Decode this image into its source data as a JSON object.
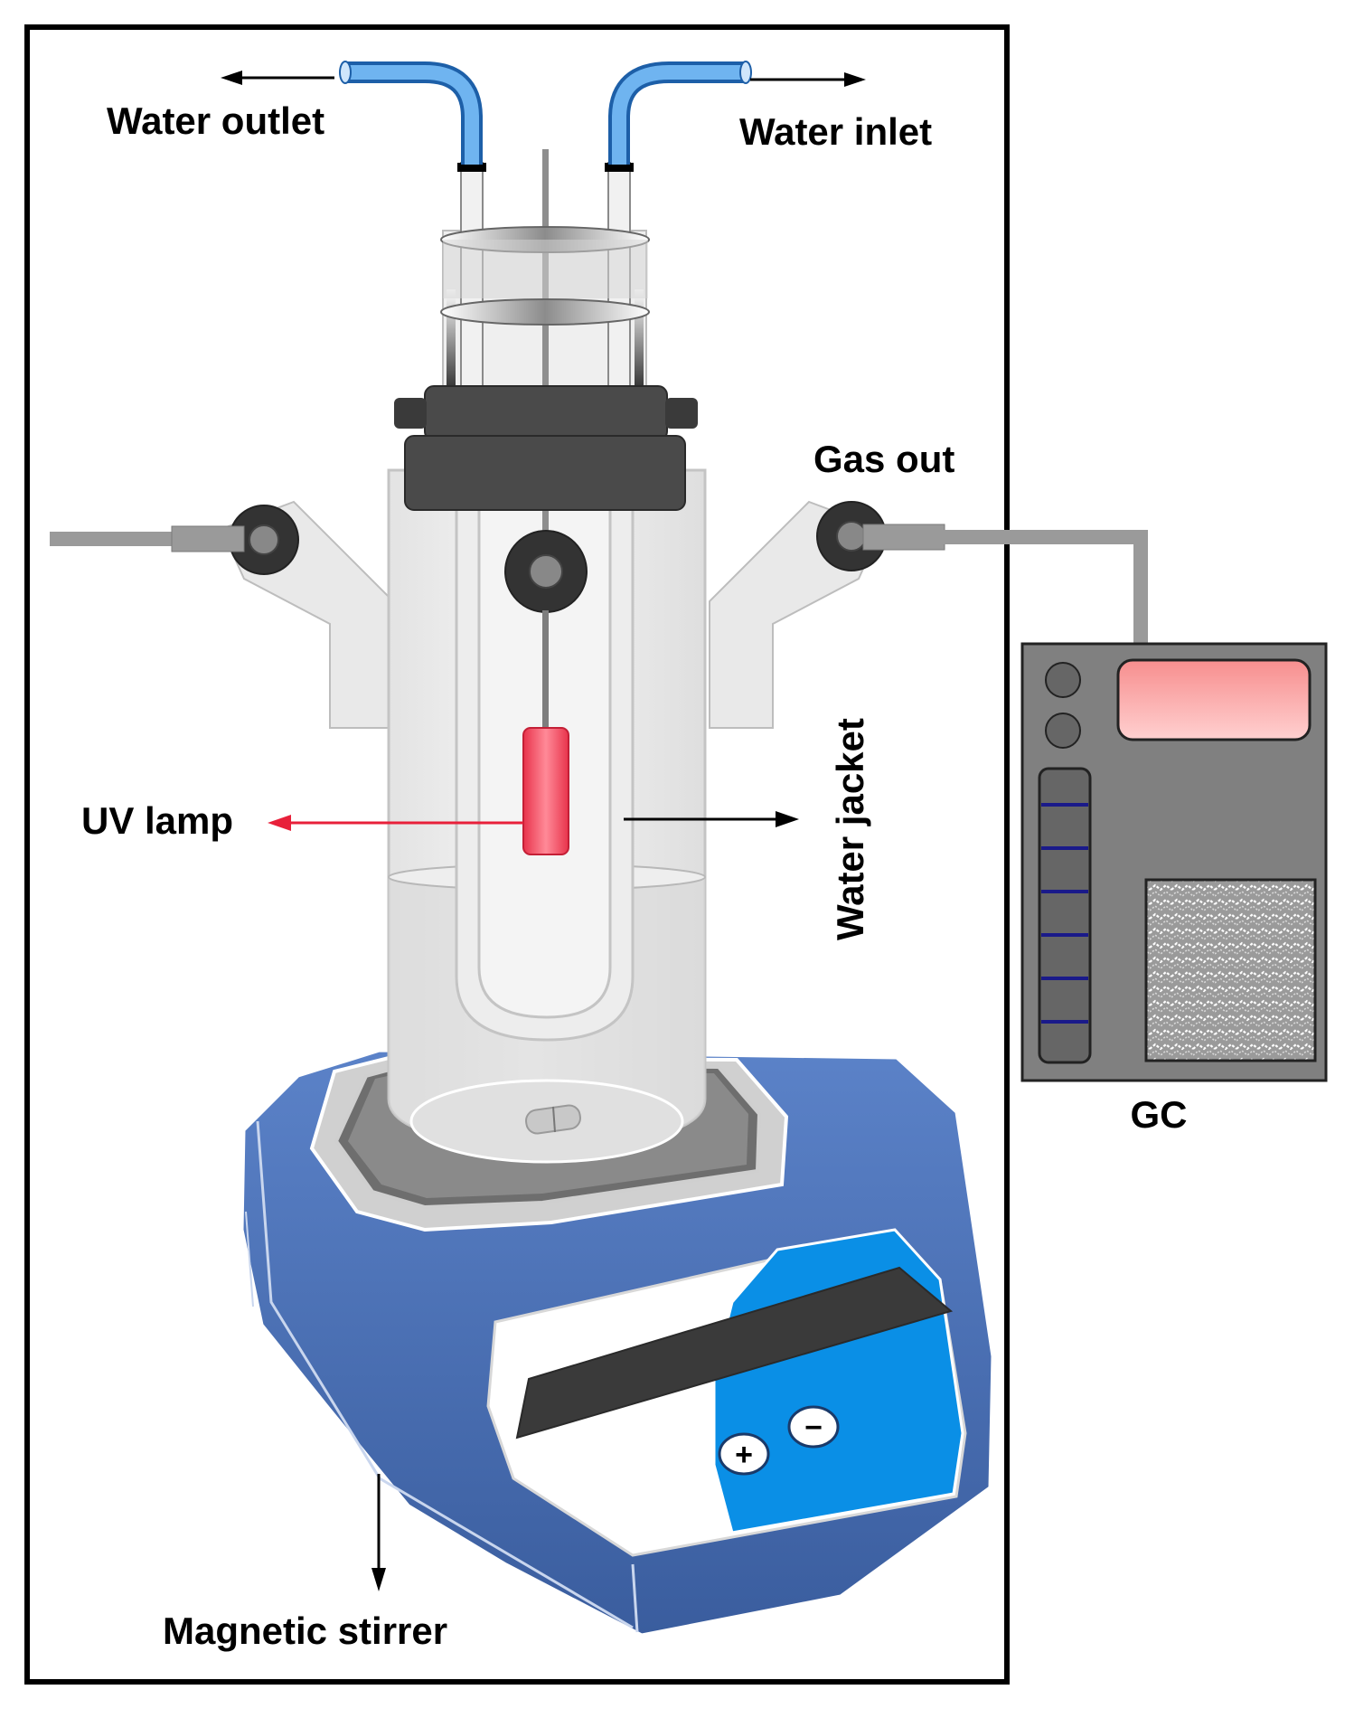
{
  "labels": {
    "water_outlet": "Water outlet",
    "water_inlet": "Water inlet",
    "gas_out": "Gas out",
    "uv_lamp": "UV lamp",
    "water_jacket": "Water jacket",
    "gc": "GC",
    "magnetic_stirrer": "Magnetic stirrer"
  },
  "buttons": {
    "plus": "+",
    "minus": "−"
  },
  "colors": {
    "frame": "#000000",
    "tube_blue": "#3f8fd6",
    "lamp_red": "#e8334b",
    "uv_arrow": "#e8203a",
    "stirrer_blue": "#4a6fb2",
    "stirrer_panel_blue": "#0a8fe6",
    "gc_body": "#808080",
    "gc_display": "#f7a0a0",
    "glass": "#e4e4e4",
    "cap": "#4a4a4a"
  }
}
